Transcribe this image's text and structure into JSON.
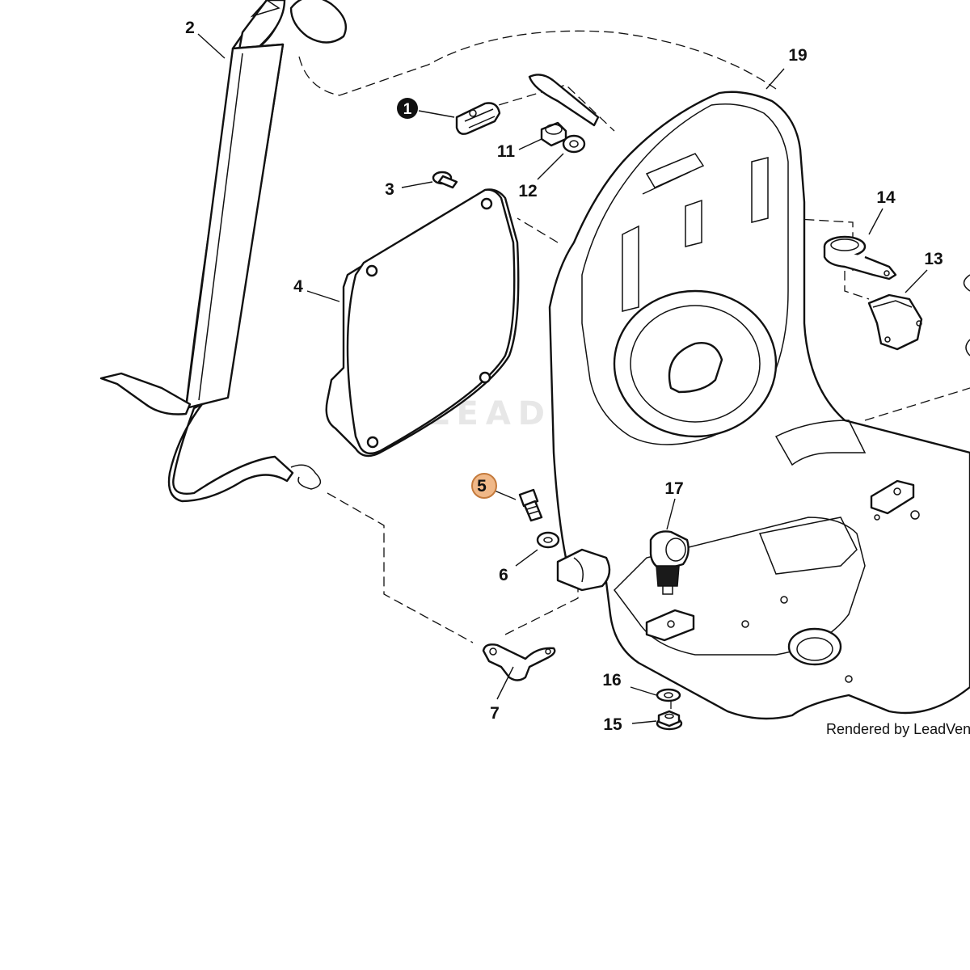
{
  "diagram": {
    "watermark_text": "LEADVENTURE",
    "credit_text": "Rendered by LeadVent",
    "highlight_color": "#f0b888",
    "highlight_stroke": "#c47a3c",
    "callouts": [
      {
        "id": "1",
        "style": "dark"
      },
      {
        "id": "2",
        "style": "plain"
      },
      {
        "id": "3",
        "style": "plain"
      },
      {
        "id": "4",
        "style": "plain"
      },
      {
        "id": "5",
        "style": "highlight"
      },
      {
        "id": "6",
        "style": "plain"
      },
      {
        "id": "7",
        "style": "plain"
      },
      {
        "id": "11",
        "style": "plain"
      },
      {
        "id": "12",
        "style": "plain"
      },
      {
        "id": "13",
        "style": "plain"
      },
      {
        "id": "14",
        "style": "plain"
      },
      {
        "id": "15",
        "style": "plain"
      },
      {
        "id": "16",
        "style": "plain"
      },
      {
        "id": "17",
        "style": "plain"
      },
      {
        "id": "19",
        "style": "plain"
      }
    ]
  }
}
